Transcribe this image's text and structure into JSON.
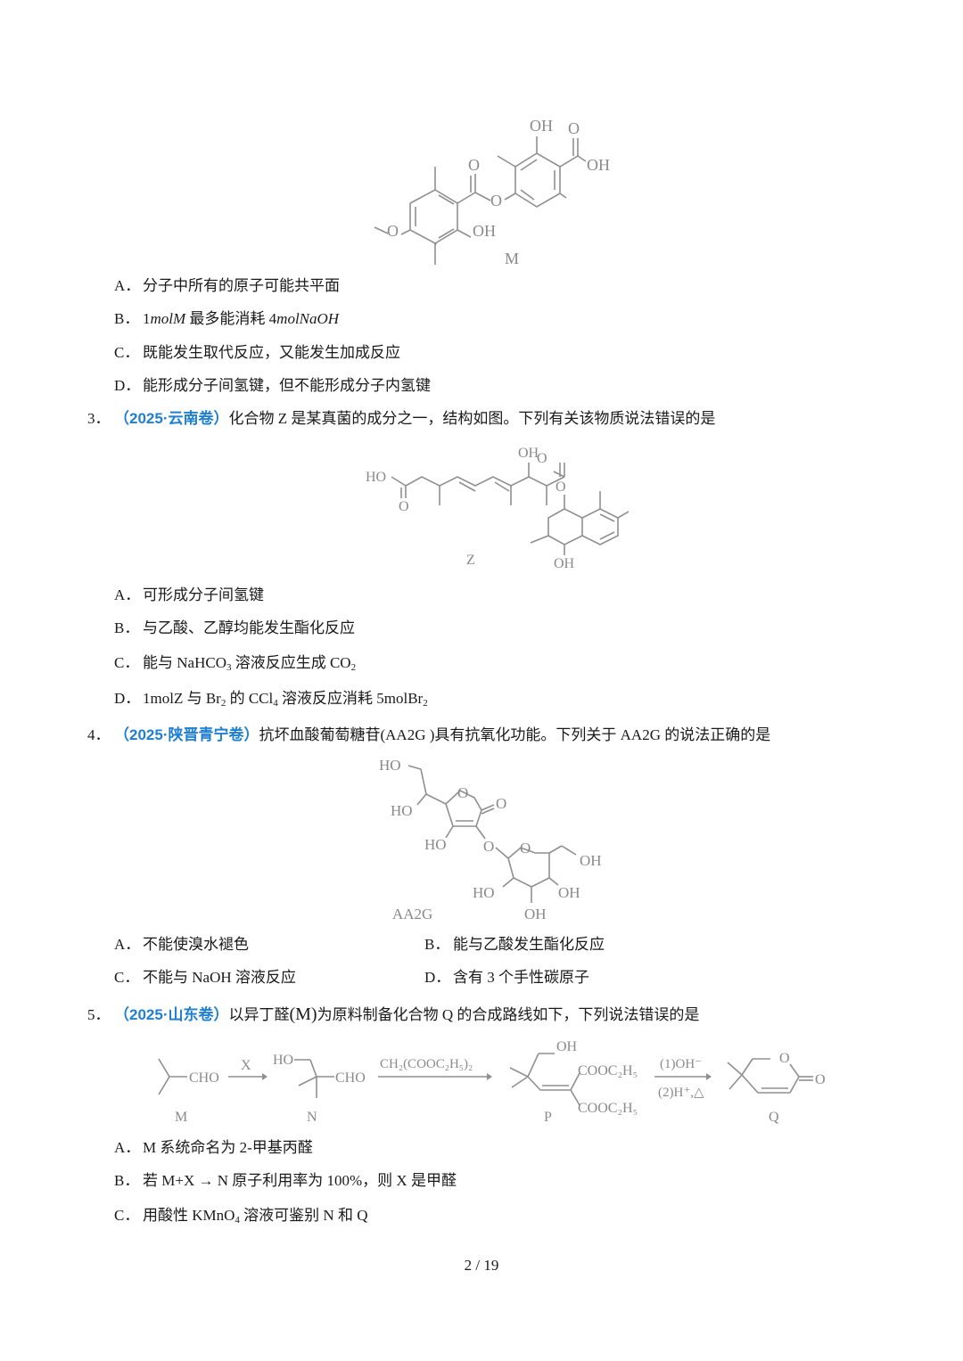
{
  "page": {
    "current": "2",
    "total": "19",
    "label": "2 / 19"
  },
  "q2": {
    "structure": {
      "name": "M",
      "labels": [
        "OH",
        "O",
        "OH",
        "O",
        "O",
        "O",
        "OH"
      ]
    },
    "options": [
      {
        "label": "A．",
        "text": "分子中所有的原子可能共平面"
      },
      {
        "label": "B．",
        "text_pre": "1",
        "text_it1": "molM",
        "text_mid": " 最多能消耗 4",
        "text_it2": "molNaOH"
      },
      {
        "label": "C．",
        "text": "既能发生取代反应，又能发生加成反应"
      },
      {
        "label": "D．",
        "text": "能形成分子间氢键，但不能形成分子内氢键"
      }
    ]
  },
  "q3": {
    "number": "3．",
    "source": "（2025·云南卷）",
    "stem": "化合物 Z 是某真菌的成分之一，结构如图。下列有关该物质说法错误的是",
    "structure": {
      "name": "Z"
    },
    "options": [
      {
        "label": "A．",
        "text": "可形成分子间氢键"
      },
      {
        "label": "B．",
        "text": "与乙酸、乙醇均能发生酯化反应"
      },
      {
        "label": "C．",
        "pre": "能与 NaHCO",
        "sub1": "3",
        "mid": " 溶液反应生成 CO",
        "sub2": "2"
      },
      {
        "label": "D．",
        "pre": "1molZ 与 Br",
        "sub1": "2",
        "mid": " 的 CCl",
        "sub2": "4",
        "mid2": " 溶液反应消耗 5molBr",
        "sub3": "2"
      }
    ]
  },
  "q4": {
    "number": "4．",
    "source": "（2025·陕晋青宁卷）",
    "stem": "抗坏血酸葡萄糖苷(AA2G )具有抗氧化功能。下列关于 AA2G 的说法正确的是",
    "structure": {
      "name": "AA2G"
    },
    "options": [
      {
        "label": "A．",
        "text": "不能使溴水褪色"
      },
      {
        "label": "B．",
        "text": "能与乙酸发生酯化反应"
      },
      {
        "label": "C．",
        "text": "不能与 NaOH 溶液反应"
      },
      {
        "label": "D．",
        "text": "含有 3 个手性碳原子"
      }
    ]
  },
  "q5": {
    "number": "5．",
    "source": "（2025·山东卷）",
    "stem_pre": "以异丁醛",
    "stem_paren": "(M)",
    "stem_post": "为原料制备化合物 Q 的合成路线如下，下列说法错误的是",
    "scheme": {
      "M": "M",
      "N": "N",
      "P": "P",
      "Q": "Q",
      "reagent1": "X",
      "reagent2": "CH₂(COOC₂H₅)₂",
      "reagent3a": "(1)OH⁻",
      "reagent3b": "(2)H⁺,△",
      "cho": "CHO",
      "ho": "HO",
      "oh": "OH",
      "ester": "COOC₂H₅",
      "o": "O"
    },
    "options": [
      {
        "label": "A．",
        "text": "M 系统命名为 2-甲基丙醛"
      },
      {
        "label": "B．",
        "text": "若 M+X → N 原子利用率为 100%，则 X 是甲醛"
      },
      {
        "label": "C．",
        "pre": "用酸性 KMnO",
        "sub1": "4",
        "mid": " 溶液可鉴别 N 和 Q"
      }
    ]
  },
  "colors": {
    "source_tag": "#1f7fd0",
    "text": "#1a1a1a",
    "structure": "#8f8f8f"
  }
}
